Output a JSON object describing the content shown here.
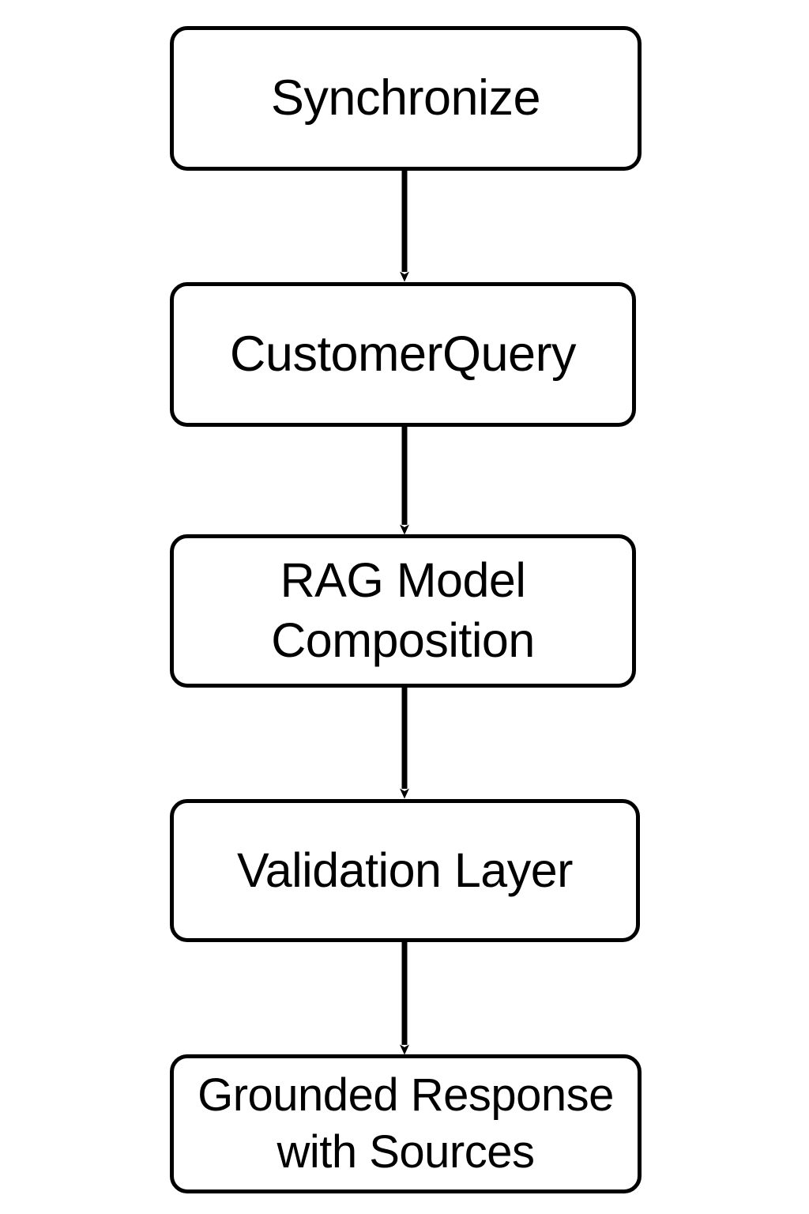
{
  "diagram": {
    "type": "flowchart",
    "orientation": "top-to-bottom",
    "background_color": "#ffffff",
    "stroke_color": "#000000",
    "fill_color": "#ffffff",
    "nodes": [
      {
        "id": "synchronize",
        "label": "Synchronize",
        "shape": "rounded-rectangle"
      },
      {
        "id": "customer-query",
        "label": "CustomerQuery",
        "shape": "rounded-rectangle"
      },
      {
        "id": "rag-model-composition",
        "label": "RAG Model\nComposition",
        "shape": "rounded-rectangle"
      },
      {
        "id": "validation-layer",
        "label": "Validation Layer",
        "shape": "rounded-rectangle"
      },
      {
        "id": "grounded-response",
        "label": "Grounded Response\nwith Sources",
        "shape": "rounded-rectangle"
      }
    ],
    "edges": [
      {
        "from": "synchronize",
        "to": "customer-query",
        "label": "",
        "arrow": "single"
      },
      {
        "from": "customer-query",
        "to": "rag-model-composition",
        "label": "",
        "arrow": "single"
      },
      {
        "from": "rag-model-composition",
        "to": "validation-layer",
        "label": "",
        "arrow": "single"
      },
      {
        "from": "validation-layer",
        "to": "grounded-response",
        "label": "",
        "arrow": "single"
      }
    ]
  }
}
